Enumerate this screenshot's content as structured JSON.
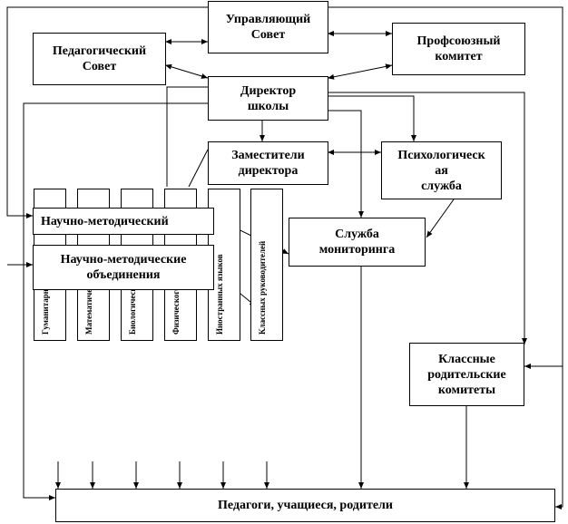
{
  "nodes": {
    "managing_council": "Управляющий\nСовет",
    "pedagogical_council": "Педагогический\nСовет",
    "trade_union": "Профсоюзный\nкомитет",
    "director": "Директор\nшколы",
    "deputies": "Заместители\nдиректора",
    "psych_service": "Психологическ\nая\nслужба",
    "monitoring_service": "Служба\nмониторинга",
    "methodical": "Научно-методический",
    "methodical_associations": "Научно-методические\nобъединения",
    "class_parent_committees": "Классные\nродительские\nкомитеты",
    "bottom": "Педагоги, учащиеся, родители"
  },
  "subject_columns": [
    "Гуманитарного",
    "Математического",
    "Биологического",
    "Физического",
    "Иностранных языков",
    "Классных руководителей"
  ]
}
